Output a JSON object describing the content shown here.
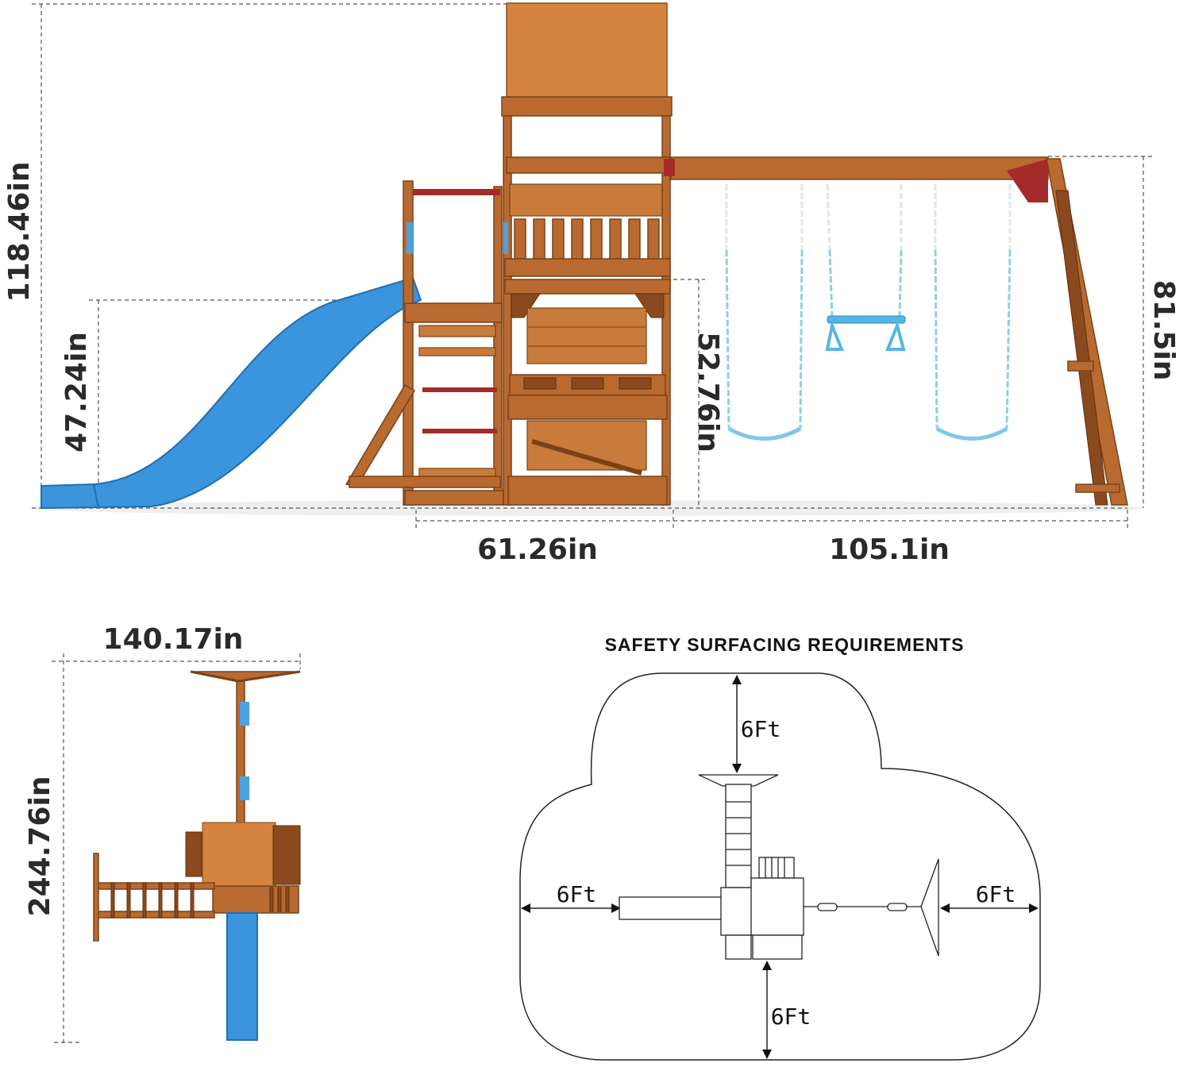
{
  "dimensions": {
    "total_height": "118.46in",
    "slide_height": "47.24in",
    "deck_height": "52.76in",
    "swing_beam_height": "81.5in",
    "tower_width": "61.26in",
    "swing_width": "105.1in",
    "top_width": "140.17in",
    "top_length": "244.76in"
  },
  "safety": {
    "title": "SAFETY SURFACING REQUIREMENTS",
    "top": "6Ft",
    "left": "6Ft",
    "right": "6Ft",
    "bottom": "6Ft"
  },
  "colors": {
    "wood": "#b86a30",
    "slide": "#3a95dd",
    "swing_accent": "#7ec8e6",
    "bracket": "#a52a2a"
  }
}
